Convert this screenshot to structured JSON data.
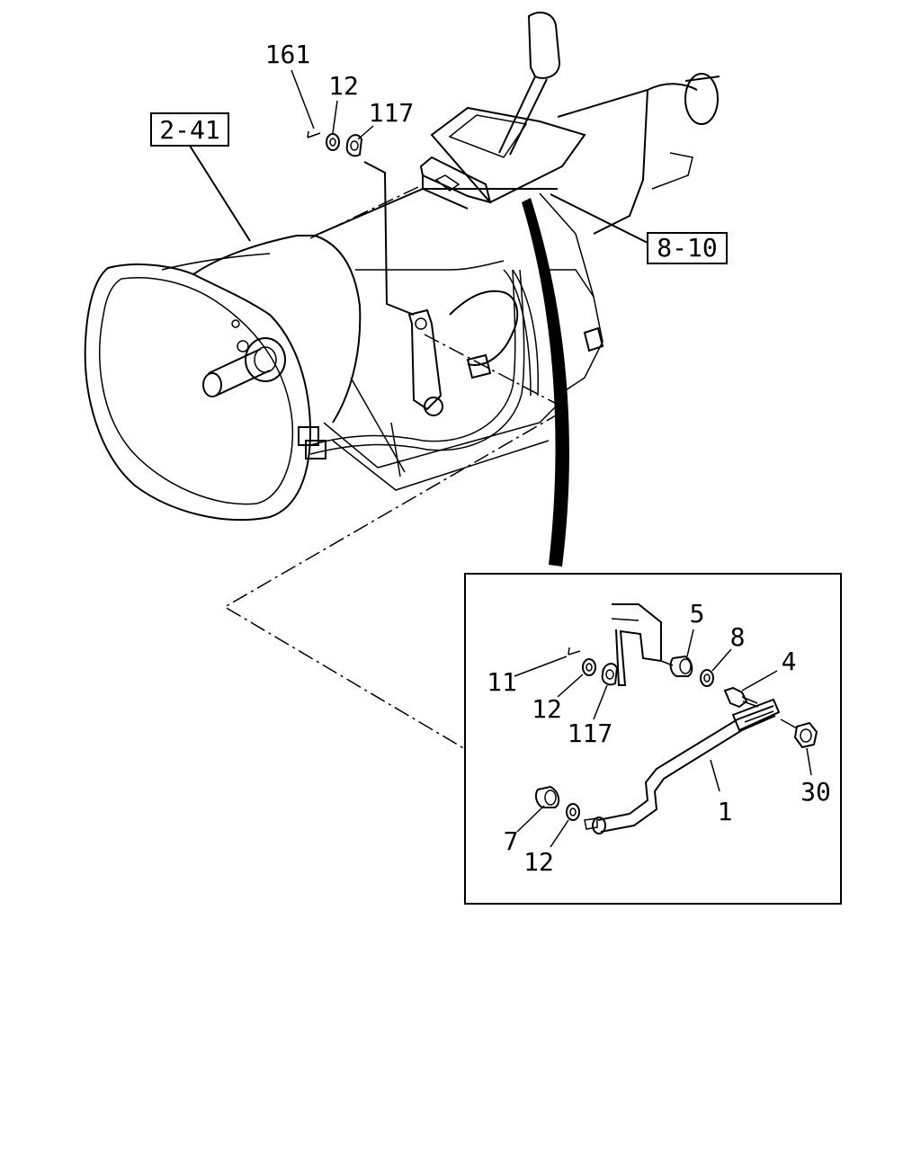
{
  "diagram": {
    "ref_labels": {
      "transmission_ref": "2-41",
      "shifter_ref": "8-10"
    },
    "part_labels": {
      "top_161": "161",
      "top_12": "12",
      "top_117": "117",
      "detail_5": "5",
      "detail_8": "8",
      "detail_4": "4",
      "detail_11": "11",
      "detail_12a": "12",
      "detail_117": "117",
      "detail_30": "30",
      "detail_1": "1",
      "detail_7": "7",
      "detail_12b": "12"
    }
  }
}
